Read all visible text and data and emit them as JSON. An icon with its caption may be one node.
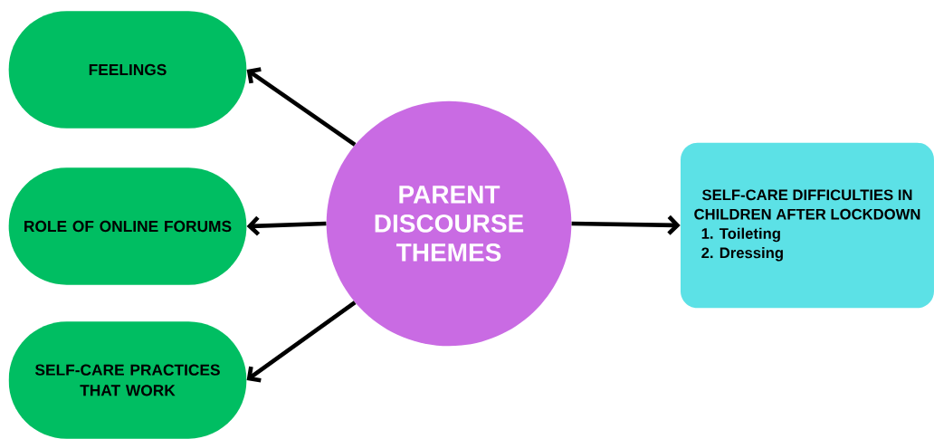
{
  "diagram": {
    "nodes": [
      {
        "text": [
          "FEELINGS"
        ]
      },
      {
        "text": [
          "ROLE OF ONLINE FORUMS"
        ]
      },
      {
        "text": [
          "SELF-CARE PRACTICES THAT WORK"
        ]
      },
      {
        "text": [
          "PARENT DISCOURSE THEMES"
        ]
      },
      {
        "text": [
          "SELF-CARE DIFFICULTIES IN CHILDREN AFTER LOCKDOWN",
          "1. Toileting",
          "2. Dressing"
        ]
      }
    ],
    "edges": [
      {
        "from": 3,
        "to": 0,
        "arrow": "to"
      },
      {
        "from": 3,
        "to": 1,
        "arrow": "to"
      },
      {
        "from": 3,
        "to": 2,
        "arrow": "to"
      },
      {
        "from": 3,
        "to": 4,
        "arrow": "to"
      }
    ]
  }
}
